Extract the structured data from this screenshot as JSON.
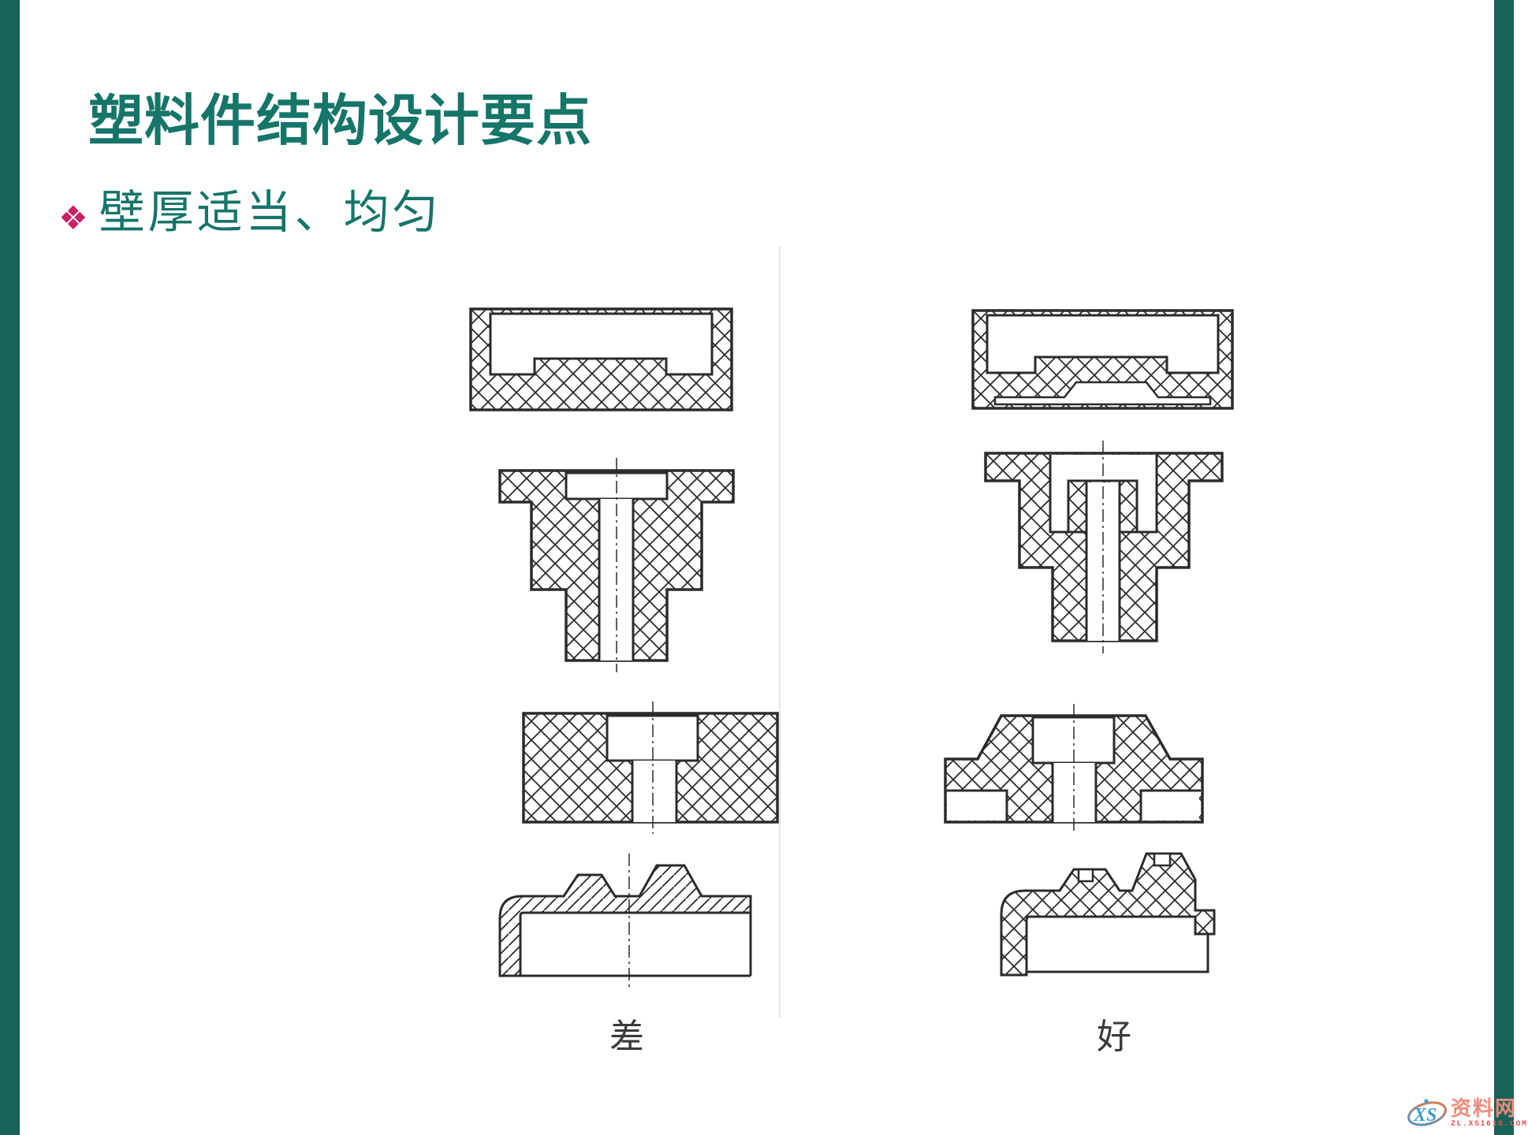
{
  "slide": {
    "title": "塑料件结构设计要点",
    "bullet": {
      "marker": "❖",
      "text": "壁厚适当、均匀"
    },
    "figure_labels": {
      "bad": "差",
      "good": "好"
    },
    "colors": {
      "accent_teal": "#157569",
      "edge_bar": "#186358",
      "bullet_magenta": "#CB2066",
      "drawing_ink": "#2b2b2b"
    }
  },
  "watermark": {
    "logo_text": "XS",
    "site_name": "资料网",
    "site_url": "ZL.XS1616.COM",
    "colors": {
      "logo_blue": "#3F9AD0",
      "logo_orange": "#F07840",
      "name": "#EE8B7C",
      "url": "#E2544B"
    }
  }
}
